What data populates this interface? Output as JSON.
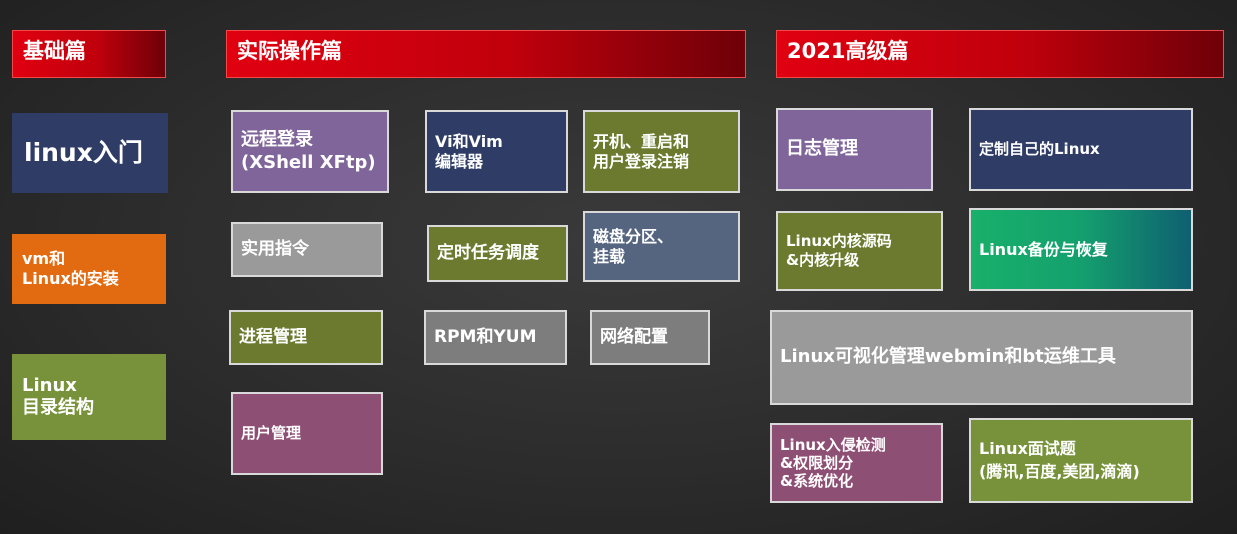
{
  "headers": {
    "basic": "基础篇",
    "practice": "实际操作篇",
    "advanced": "2021高级篇"
  },
  "basic": {
    "intro": "linux入门",
    "install": "vm和\nLinux的安装",
    "dirs": "Linux\n目录结构"
  },
  "practice": {
    "remote": "远程登录\n(XShell XFtp)",
    "vi": "Vi和Vim\n编辑器",
    "boot": "开机、重启和\n用户登录注销",
    "commands": "实用指令",
    "cron": "定时任务调度",
    "disk": "磁盘分区、\n挂载",
    "process": "进程管理",
    "rpm": "RPM和YUM",
    "network": "网络配置",
    "users": "用户管理"
  },
  "advanced": {
    "logs": "日志管理",
    "custom": "定制自己的Linux",
    "kernel": "Linux内核源码\n&内核升级",
    "backup": "Linux备份与恢复",
    "webmin": "Linux可视化管理webmin和bt运维工具",
    "security": "Linux入侵检测\n&权限划分\n&系统优化",
    "interview": "Linux面试题\n(腾讯,百度,美团,滴滴)"
  }
}
